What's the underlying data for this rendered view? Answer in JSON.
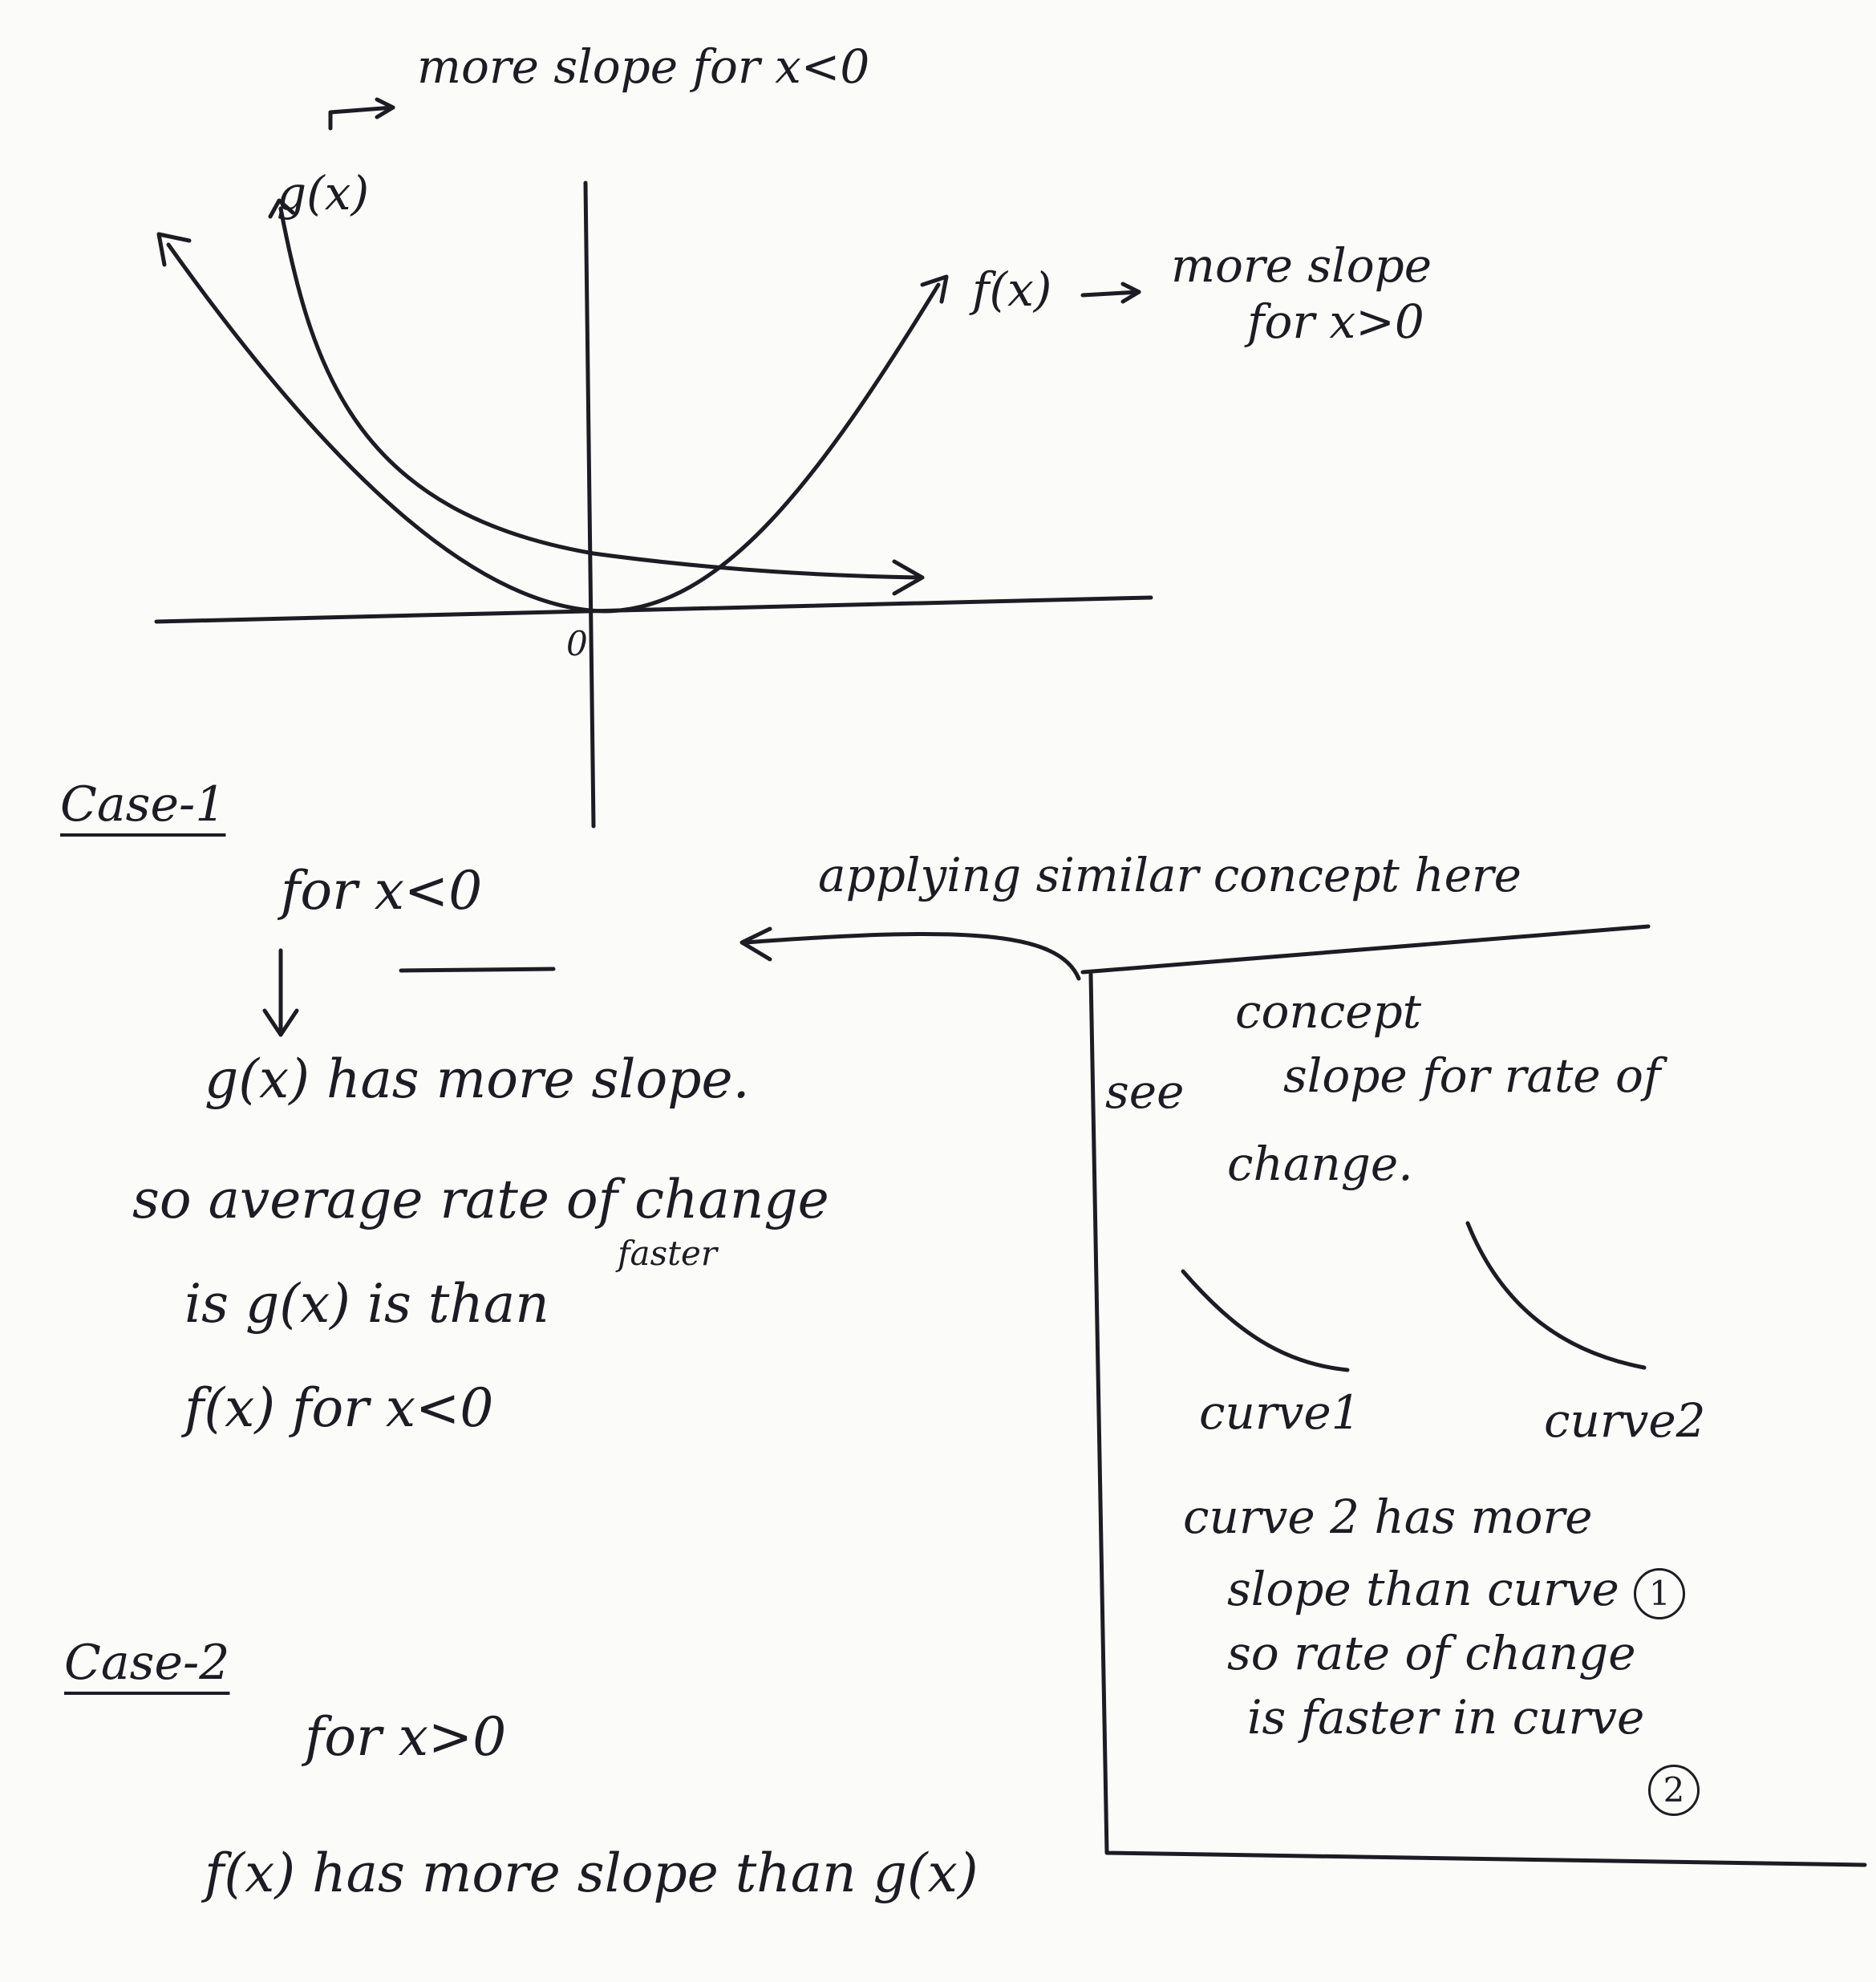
{
  "graph": {
    "origin_label": "0",
    "g_label": "g(x)",
    "g_note": "more slope for x<0",
    "f_label": "f(x)",
    "f_note_line1": "more slope",
    "f_note_line2": "for x>0"
  },
  "case1": {
    "heading": "Case-1",
    "condition": "for x<0",
    "line1": "g(x) has more slope.",
    "line2": "so average rate of change",
    "line3": "is g(x) is than",
    "line3_insert": "faster",
    "line4": "f(x) for x<0"
  },
  "pointer": {
    "label": "applying similar concept here"
  },
  "concept_box": {
    "title": "concept",
    "line1_prefix": "see",
    "line1": "slope for rate of",
    "line2": "change.",
    "curve1_label": "curve1",
    "curve2_label": "curve2",
    "explain1": "curve 2 has more",
    "explain2": "slope than curve",
    "explain2_circled": "1",
    "explain3": "so rate of change",
    "explain4": "is faster in curve",
    "explain4_circled": "2"
  },
  "case2": {
    "heading": "Case-2",
    "condition": "for x>0",
    "line1": "f(x) has more slope than g(x)"
  }
}
